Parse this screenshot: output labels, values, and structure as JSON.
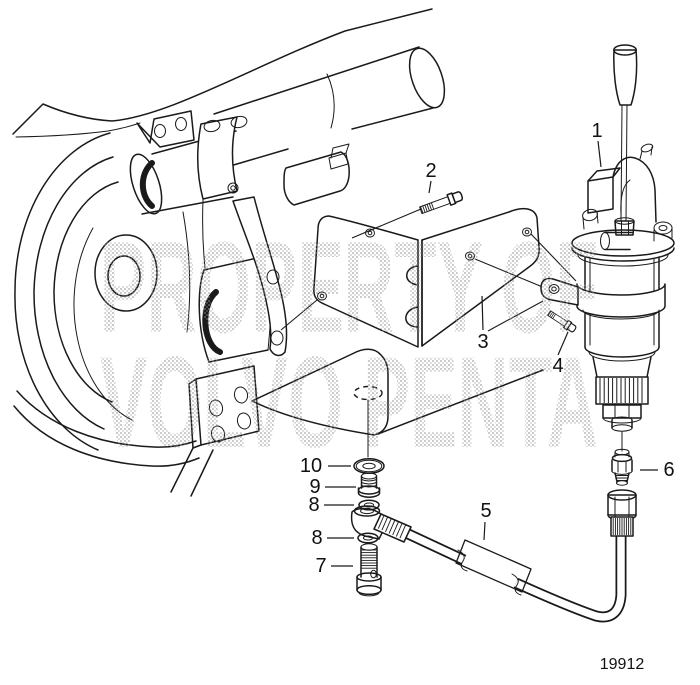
{
  "watermark": {
    "line1": "PROPERTY OF",
    "line2": "VOLVO PENTA"
  },
  "figure_number": "19912",
  "callouts": [
    {
      "label": "1"
    },
    {
      "label": "2"
    },
    {
      "label": "3"
    },
    {
      "label": "4"
    },
    {
      "label": "5"
    },
    {
      "label": "6"
    },
    {
      "label": "7"
    },
    {
      "label": "8"
    },
    {
      "label": "8"
    },
    {
      "label": "9"
    },
    {
      "label": "10"
    }
  ],
  "colors": {
    "line": "#1a1a1a",
    "watermark_dot": "#909090",
    "background": "#ffffff"
  }
}
